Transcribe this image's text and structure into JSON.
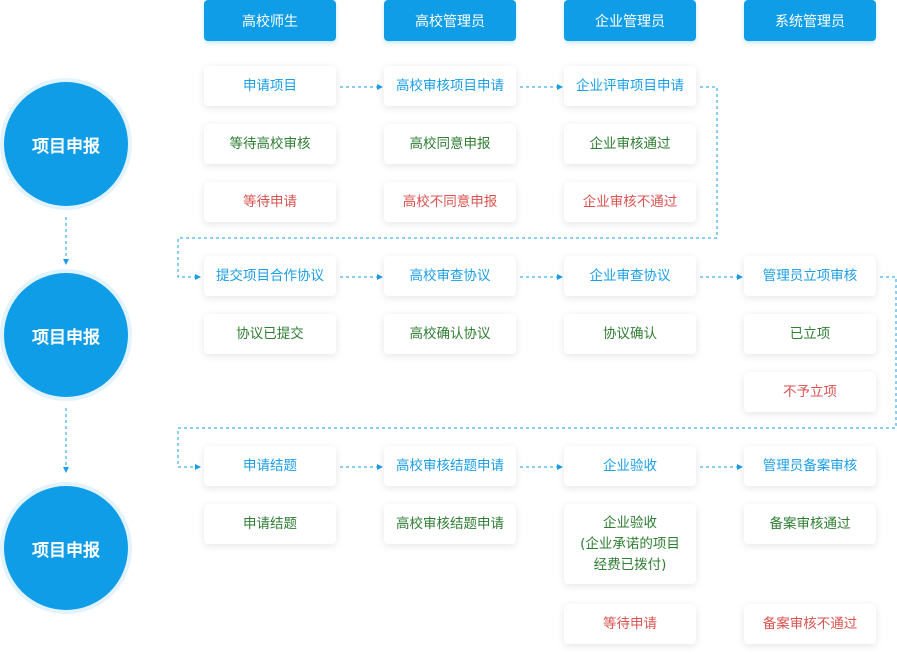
{
  "roles": [
    "高校师生",
    "高校管理员",
    "企业管理员",
    "系统管理员"
  ],
  "stages": [
    "项目申报",
    "项目申报",
    "项目申报"
  ],
  "rows": [
    [
      [
        "申请项目",
        "等待高校审核",
        "等待申请"
      ],
      [
        "高校审核项目申请",
        "高校同意申报",
        "高校不同意申报"
      ],
      [
        "企业评审项目申请",
        "企业审核通过",
        "企业审核不通过"
      ],
      []
    ],
    [
      [
        "提交项目合作协议",
        "协议已提交"
      ],
      [
        "高校审查协议",
        "高校确认协议"
      ],
      [
        "企业审查协议",
        "协议确认"
      ],
      [
        "管理员立项审核",
        "已立项",
        "不予立项"
      ]
    ],
    [
      [
        "申请结题",
        "申请结题"
      ],
      [
        "高校审核结题申请",
        "高校审核结题申请"
      ],
      [
        "企业验收",
        "企业验收\n(企业承诺的项目\n经费已拨付)",
        "等待申请"
      ],
      [
        "管理员备案审核",
        "备案审核通过",
        "备案审核不通过"
      ]
    ]
  ],
  "colors": {
    "primary": "#109de8",
    "action": "#1a9ee6",
    "success": "#2e7d32",
    "fail": "#d9534f"
  }
}
